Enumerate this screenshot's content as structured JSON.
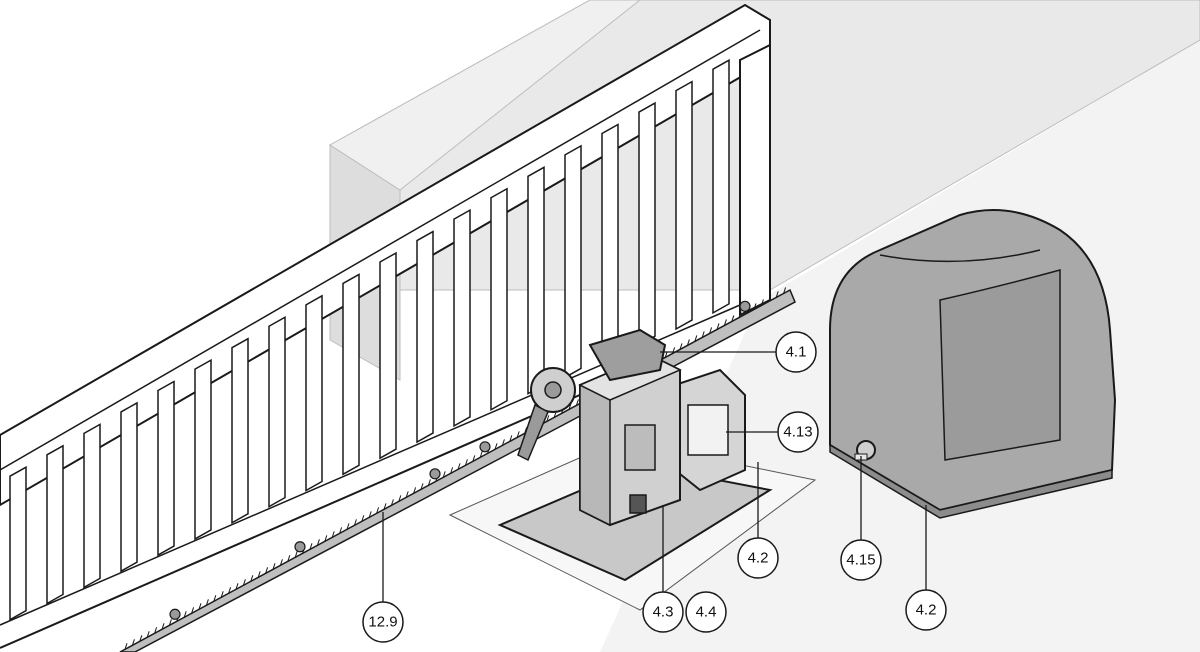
{
  "colors": {
    "wall": "#e6e6e6",
    "floor": "#ececec",
    "outline": "#1a1a1a",
    "gate_fill": "#ffffff",
    "machine_fill": "#cfcfcf",
    "cover_fill": "#a9a9a9",
    "cover_dark": "#8c8c8c"
  },
  "callouts": [
    {
      "id": "4-1",
      "label": "4.1"
    },
    {
      "id": "4-13",
      "label": "4.13"
    },
    {
      "id": "4-2a",
      "label": "4.2"
    },
    {
      "id": "4-3",
      "label": "4.3"
    },
    {
      "id": "4-4",
      "label": "4.4"
    },
    {
      "id": "4-15",
      "label": "4.15"
    },
    {
      "id": "4-2b",
      "label": "4.2"
    },
    {
      "id": "12-9",
      "label": "12.9"
    }
  ]
}
